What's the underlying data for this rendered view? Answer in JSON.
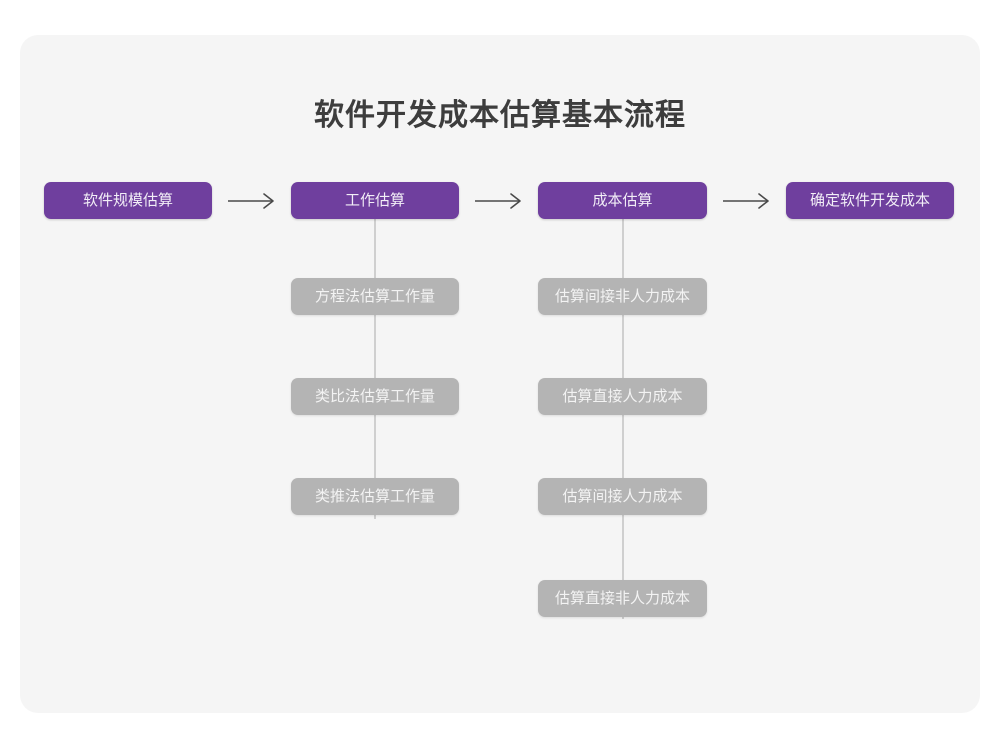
{
  "diagram": {
    "title": "软件开发成本估算基本流程",
    "type": "flowchart",
    "colors": {
      "background": "#ffffff",
      "card": "#f5f5f5",
      "primary_node": "#6f3f9e",
      "primary_node_text": "#f2eef7",
      "secondary_node": "#b4b4b4",
      "secondary_node_text": "#f3f3f3",
      "connector": "#cfcfcf",
      "arrow": "#4a4a4a",
      "title_text": "#3d3d3d"
    },
    "main_steps": [
      {
        "id": "step-1",
        "label": "软件规模估算"
      },
      {
        "id": "step-2",
        "label": "工作估算"
      },
      {
        "id": "step-3",
        "label": "成本估算"
      },
      {
        "id": "step-4",
        "label": "确定软件开发成本"
      }
    ],
    "arrows": [
      {
        "id": "arrow-1",
        "glyph": "arrow-right-icon"
      },
      {
        "id": "arrow-2",
        "glyph": "arrow-right-icon"
      },
      {
        "id": "arrow-3",
        "glyph": "arrow-right-icon"
      }
    ],
    "branch_work": {
      "parent": "工作估算",
      "items": [
        {
          "label": "方程法估算工作量"
        },
        {
          "label": "类比法估算工作量"
        },
        {
          "label": "类推法估算工作量"
        }
      ]
    },
    "branch_cost": {
      "parent": "成本估算",
      "items": [
        {
          "label": "估算间接非人力成本"
        },
        {
          "label": "估算直接人力成本"
        },
        {
          "label": "估算间接人力成本"
        },
        {
          "label": "估算直接非人力成本"
        }
      ]
    }
  }
}
